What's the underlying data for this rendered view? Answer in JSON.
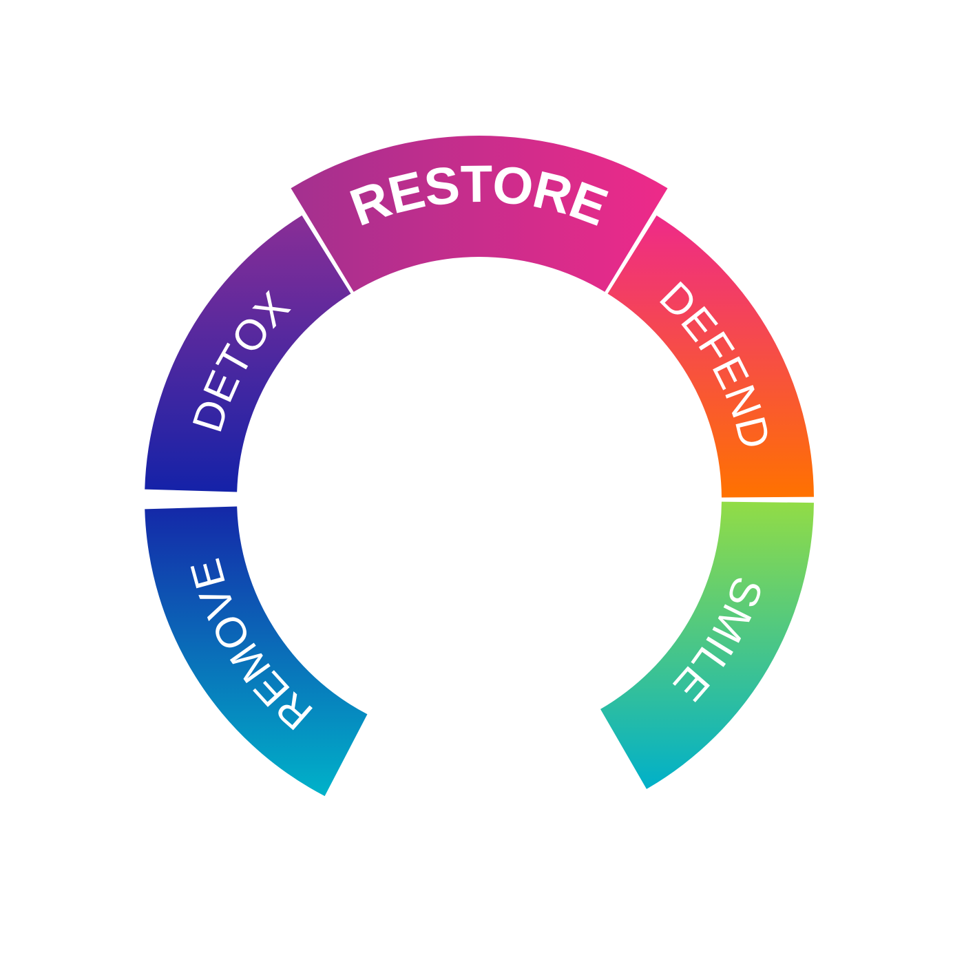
{
  "segments": [
    {
      "id": "remove",
      "label": "REMOVE",
      "colors": [
        "#1428a8",
        "#00b2c9"
      ]
    },
    {
      "id": "detox",
      "label": "DETOX",
      "colors": [
        "#1422a8",
        "#8a2e96"
      ]
    },
    {
      "id": "restore",
      "label": "RESTORE",
      "colors": [
        "#a3308f",
        "#ee2a89"
      ]
    },
    {
      "id": "defend",
      "label": "DEFEND",
      "colors": [
        "#ee2a89",
        "#ff7200"
      ]
    },
    {
      "id": "smile",
      "label": "SMILE",
      "colors": [
        "#92dc46",
        "#00b0c9"
      ]
    }
  ]
}
